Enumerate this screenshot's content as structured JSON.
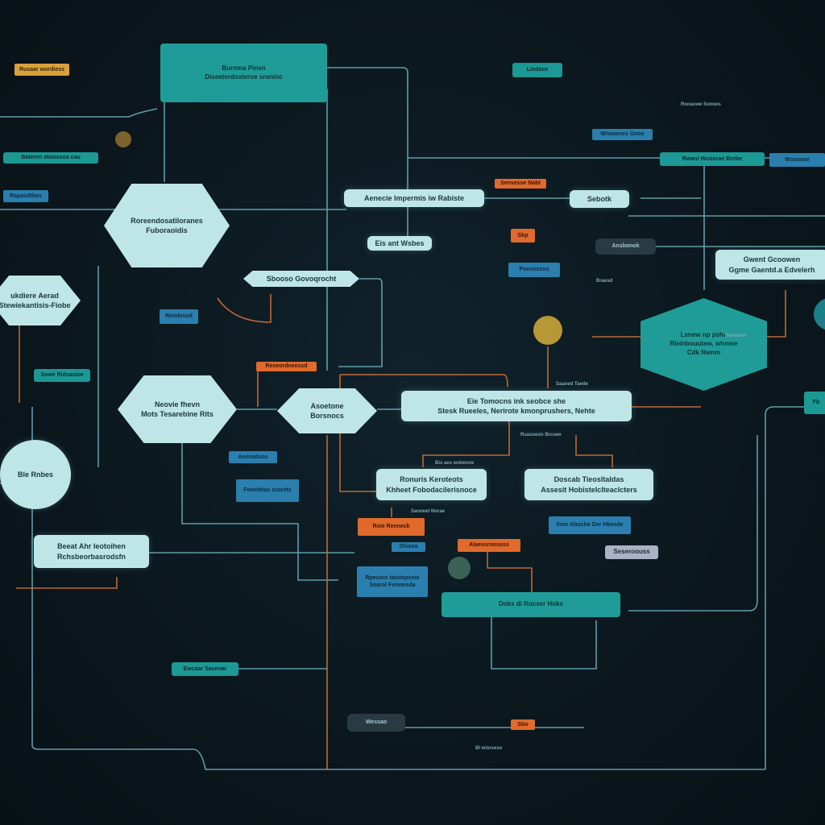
{
  "colors": {
    "background": "#0b171d",
    "teal": "#1c9895",
    "light": "#bfe6e6",
    "blue": "#2a7fae",
    "orange": "#e06a2c",
    "yellow": "#d9a13a",
    "wire_blue": "#6fb3c4",
    "wire_orange": "#d2703a"
  },
  "nodes": [
    {
      "style": "tealbig",
      "lines": [
        "Burnma Pinsn",
        "Diseeterdosteroe sroninc"
      ]
    },
    {
      "style": "yellow",
      "lines": [
        "Rusaar wordiess"
      ]
    },
    {
      "style": "teal",
      "lines": [
        "Bateren otoosooa cau"
      ]
    },
    {
      "style": "blue",
      "lines": [
        "Rapasdtbas"
      ]
    },
    {
      "style": "light",
      "shape": "hexagon",
      "lines": [
        "Roreendosatiloranes",
        "Fuboraoidis"
      ]
    },
    {
      "style": "light",
      "shape": "hexagon",
      "lines": [
        "ukdiere Aerad",
        "Stewiekantisis-Fiobe"
      ]
    },
    {
      "style": "blue",
      "lines": [
        "Rendesod"
      ]
    },
    {
      "style": "light",
      "shape": "pill",
      "lines": [
        "Sbooso Govoqrocht"
      ]
    },
    {
      "style": "light",
      "lines": [
        "Aenecie Impermis iw Rabiste"
      ]
    },
    {
      "style": "light",
      "lines": [
        "Eis ant Wsbes"
      ]
    },
    {
      "style": "teal",
      "lines": [
        "Lindase"
      ]
    },
    {
      "style": "blue",
      "lines": [
        "Wnoaeses Gnoe"
      ]
    },
    {
      "style": "teal",
      "lines": [
        "Rwani Wuoorae    Brebe"
      ]
    },
    {
      "style": "blue",
      "lines": [
        "Wsnoaee"
      ]
    },
    {
      "style": "orange",
      "lines": [
        "Senvesse Nabt"
      ]
    },
    {
      "style": "light",
      "lines": [
        "Sebotk"
      ]
    },
    {
      "style": "orange",
      "lines": [
        "Sbp"
      ]
    },
    {
      "style": "dark",
      "lines": [
        "Ansbonok"
      ]
    },
    {
      "style": "blue",
      "lines": [
        "Psesoosso"
      ]
    },
    {
      "style": "light",
      "lines": [
        "Gwent Gcoowen",
        "Ggme Gaentd.a Edvelerh"
      ]
    },
    {
      "style": "tealbig",
      "shape": "hexagon-vertical",
      "lines": [
        "Lsnew np psha",
        "Rleinbouutew, whnme",
        "Cdk Nwnm"
      ]
    },
    {
      "style": "teal",
      "lines": [
        "Sowe Ridsasioe"
      ]
    },
    {
      "style": "light",
      "shape": "hexagon",
      "lines": [
        "Neovie fhevn",
        "Mots Tesarebine Rits"
      ]
    },
    {
      "style": "orange",
      "lines": [
        "Reseordneessd"
      ]
    },
    {
      "style": "light",
      "shape": "hexagon",
      "lines": [
        "Asoetone",
        "Borsnocs"
      ]
    },
    {
      "style": "light",
      "lines": [
        "Eie Tomocns ink seobce she",
        "Stesk Rueeles, Nerirote kmonprushers, Nehte"
      ]
    },
    {
      "style": "teal",
      "lines": [
        "Fb"
      ]
    },
    {
      "style": "light",
      "shape": "circle",
      "lines": [
        "Ble Rnbes"
      ]
    },
    {
      "style": "blue",
      "lines": [
        "Aessodsos"
      ]
    },
    {
      "style": "blue",
      "lines": [
        "Fooebhas ssarets"
      ]
    },
    {
      "style": "light",
      "lines": [
        "Ronuris Keroteots",
        "Khheet Fobodacilerisnoce"
      ]
    },
    {
      "style": "light",
      "lines": [
        "Doscab Tieosltaldas",
        "Assesit Hobistelclteaclcters"
      ]
    },
    {
      "style": "orange",
      "lines": [
        "Roie Reeneck"
      ]
    },
    {
      "style": "blue",
      "lines": [
        "Sesr Aboche Der Hkende"
      ]
    },
    {
      "style": "light",
      "lines": [
        "Beeat Ahr Ieotoihen",
        "Rchsbeorbasrodsfn"
      ]
    },
    {
      "style": "orange",
      "lines": [
        "Alaessroosuss"
      ]
    },
    {
      "style": "gray",
      "lines": [
        "Seseroouss"
      ]
    },
    {
      "style": "blue",
      "lines": [
        "Sfssoa"
      ]
    },
    {
      "style": "blue",
      "lines": [
        "Rpeuoin taistopseio",
        "Searol Femoreda"
      ]
    },
    {
      "style": "tealbig",
      "lines": [
        "Doks di Rucser Hoks"
      ]
    },
    {
      "style": "teal",
      "lines": [
        "Ewcaar Sasenar"
      ]
    },
    {
      "style": "dark",
      "lines": [
        "Wessao"
      ]
    },
    {
      "style": "orange",
      "lines": [
        "Sbo"
      ]
    }
  ],
  "annotations": [
    "Bis aes wobesne",
    "Ronaswe Sonoes",
    "Saaoed Taede",
    "Rsasoeon Brcuee",
    "Bl wisrseso",
    "Bseeaset",
    "Sanoeet Norae",
    "Braesd"
  ]
}
